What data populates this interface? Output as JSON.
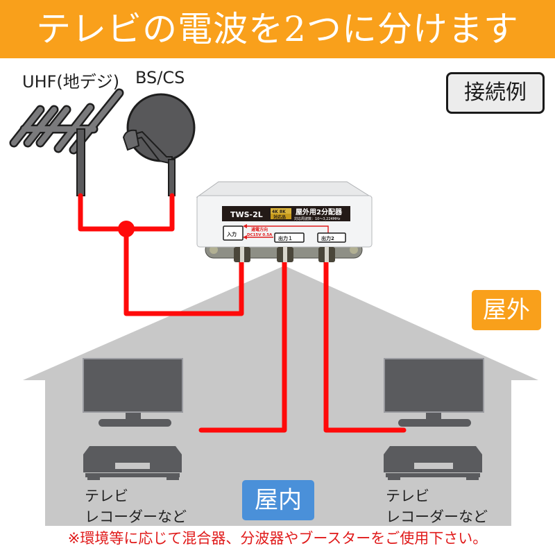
{
  "banner": {
    "title": "テレビの電波を2つに分けます",
    "color": "#f9a01b"
  },
  "antennas": {
    "uhf_label": "UHF(地デジ)",
    "bs_cs_label": "BS/CS"
  },
  "example_label": "接続例",
  "splitter": {
    "model": "TWS-2L",
    "badge_top": "4K 8K",
    "badge_bottom": "対応品",
    "product_name": "屋外用2分配器",
    "frequency": "対応周波数：10～3,224MHz",
    "input_label": "入力",
    "power_direction": "通電方向",
    "power_spec": "DC15V 0.5A",
    "output1_label": "出力１",
    "output2_label": "出力2"
  },
  "zones": {
    "outdoor": "屋外",
    "indoor": "屋内",
    "outdoor_color": "#f9a01b",
    "indoor_color": "#4a90d9"
  },
  "devices": {
    "left": {
      "line1": "テレビ",
      "line2": "レコーダーなど"
    },
    "right": {
      "line1": "テレビ",
      "line2": "レコーダーなど"
    }
  },
  "notice": "※環境等に応じて混合器、分波器やブースターをご使用下さい。",
  "colors": {
    "cable": "#ff0a0a",
    "house": "#c8c8c8",
    "device": "#5a5b5e",
    "notice": "#e01a1a"
  }
}
